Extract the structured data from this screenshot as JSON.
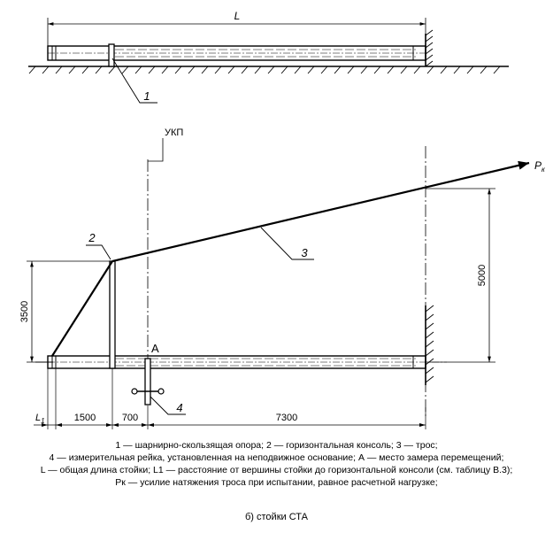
{
  "top_view": {
    "dim_L": "L",
    "callout_1": "1"
  },
  "side_view": {
    "ukp_label": "УКП",
    "force_label": "Pк",
    "callout_2": "2",
    "callout_3": "3",
    "callout_4": "4",
    "point_A": "A",
    "dim_3500": "3500",
    "dim_5000": "5000",
    "dim_L1": "L1",
    "dim_1500": "1500",
    "dim_700": "700",
    "dim_7300": "7300"
  },
  "legend": {
    "line1": "1 — шарнирно-скользящая опора; 2 — горизонтальная консоль; 3 — трос;",
    "line2": "4 — измерительная рейка, установленная на неподвижное основание; А — место замера перемещений;",
    "line3": "L — общая длина стойки; L1 — расстояние от вершины стойки до горизонтальной консоли (см. таблицу В.3);",
    "line4": "Pк — усилие натяжения троса при испытании, равное расчетной нагрузке;"
  },
  "caption": "б) стойки СТА"
}
